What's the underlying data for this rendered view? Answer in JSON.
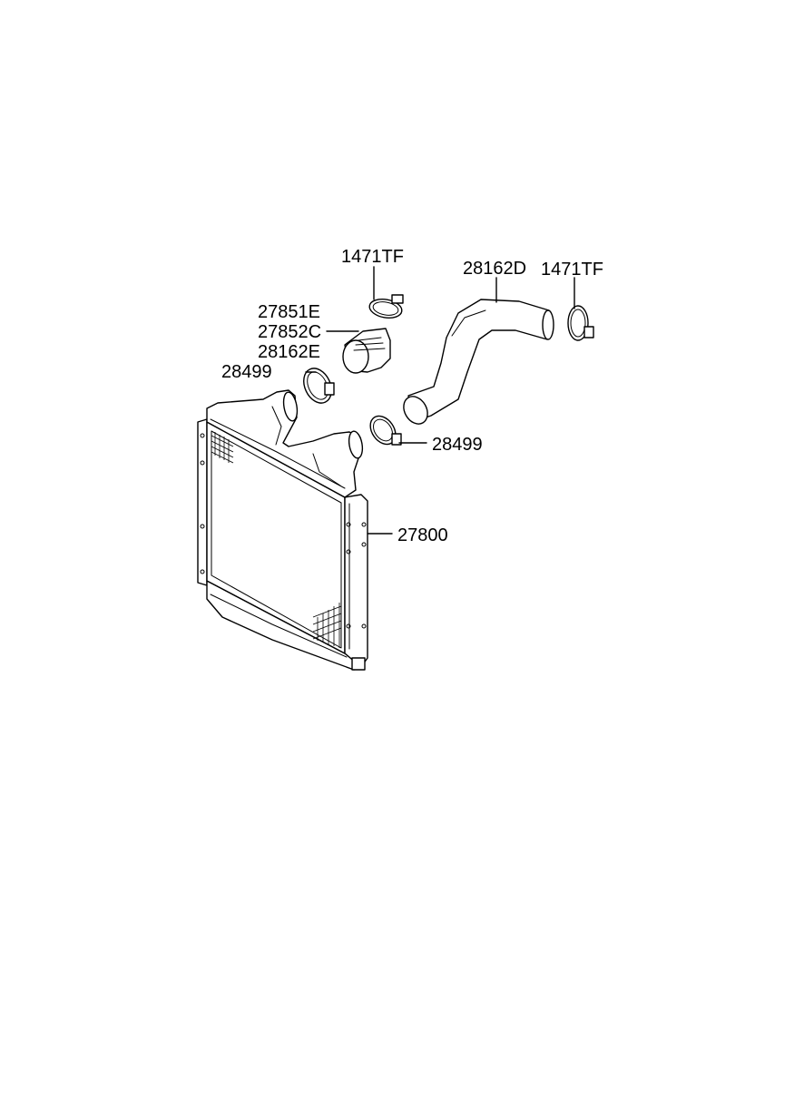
{
  "labels": {
    "clamp_top": "1471TF",
    "hose_right": "28162D",
    "clamp_right": "1471TF",
    "part_27851": "27851E",
    "part_27852": "27852C",
    "part_28162": "28162E",
    "clamp_left": "28499",
    "clamp_mid": "28499",
    "intercooler": "27800"
  }
}
